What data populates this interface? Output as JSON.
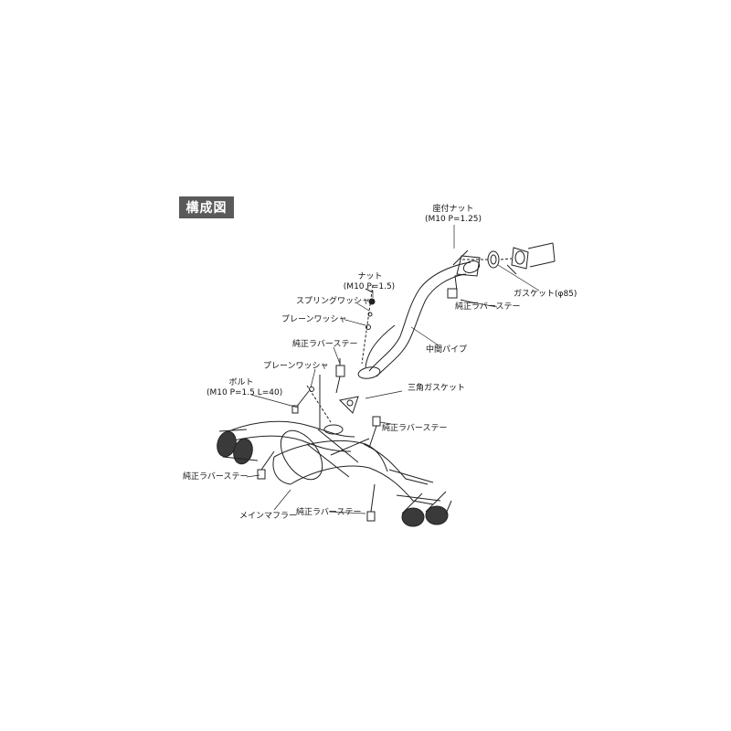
{
  "title": "構成図",
  "labels": {
    "seat_nut": "座付ナット",
    "seat_nut_spec": "(M10 P=1.25)",
    "gasket": "ガスケット(φ85)",
    "rubber_stay_1": "純正ラバーステー",
    "center_pipe": "中間パイプ",
    "nut": "ナット",
    "nut_spec": "(M10 P=1.5)",
    "spring_washer": "スプリングワッシャ",
    "plain_washer_1": "プレーンワッシャ",
    "rubber_stay_2": "純正ラバーステー",
    "plain_washer_2": "プレーンワッシャ",
    "bolt": "ボルト",
    "bolt_spec": "(M10 P=1.5 L=40)",
    "triangle_gasket": "三角ガスケット",
    "rubber_stay_3": "純正ラバーステー",
    "rubber_stay_4": "純正ラバーステー",
    "main_muffler": "メインマフラー",
    "rubber_stay_5": "純正ラバーステー"
  },
  "colors": {
    "title_bg": "#5a5a5a",
    "line": "#222222",
    "tip_fill": "#3a3a3a"
  }
}
